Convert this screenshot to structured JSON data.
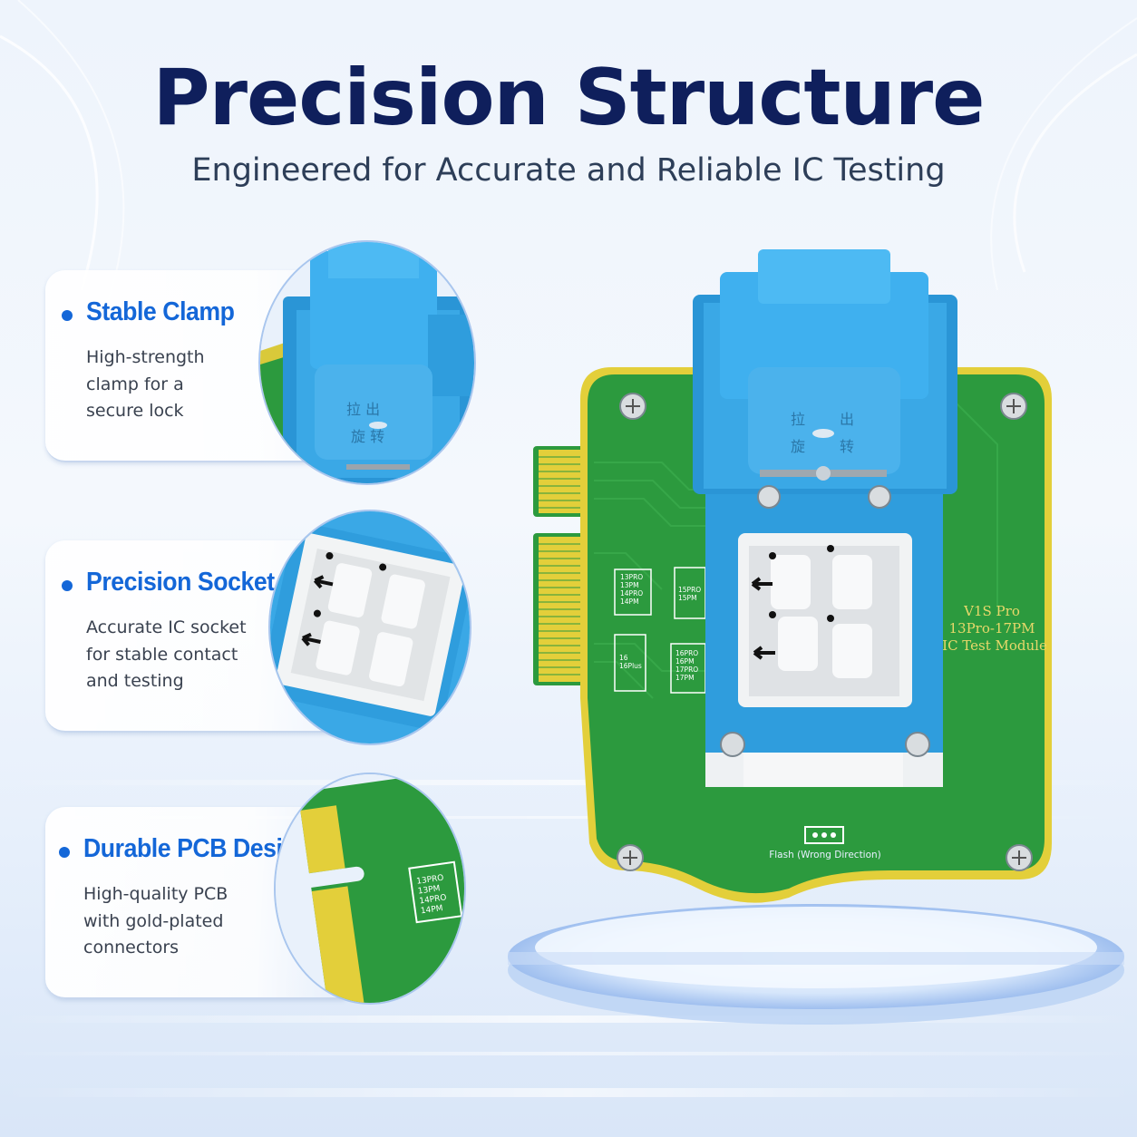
{
  "header": {
    "title": "Precision Structure",
    "subtitle": "Engineered for Accurate and Reliable IC Testing"
  },
  "features": [
    {
      "title": "Stable Clamp",
      "lines": [
        "High-strength",
        "clamp for a",
        "secure lock"
      ]
    },
    {
      "title": "Precision Socket",
      "lines": [
        "Accurate IC socket",
        "for stable contact",
        "and testing"
      ]
    },
    {
      "title": "Durable PCB Design",
      "lines": [
        "High-quality PCB",
        "with gold-plated",
        "connectors"
      ]
    }
  ],
  "device": {
    "module_label": [
      "V1S Pro",
      "13Pro-17PM",
      "IC Test Module"
    ],
    "flash_label": "Flash (Wrong Direction)",
    "boxes": [
      [
        "13PRO",
        "13PM",
        "14PRO",
        "14PM"
      ],
      [
        "15PRO",
        "15PM"
      ],
      [
        "16",
        "16Plus"
      ],
      [
        "16PRO",
        "16PM",
        "17PRO",
        "17PM"
      ]
    ],
    "socket_chars": [
      "拉",
      "出",
      "旋",
      "转"
    ]
  },
  "colors": {
    "brand_blue": "#1467d8",
    "navy": "#0f1f5c",
    "pcb_green": "#2c9a3e",
    "clamp_blue": "#2fa3e0",
    "gold": "#e3cf3a"
  }
}
